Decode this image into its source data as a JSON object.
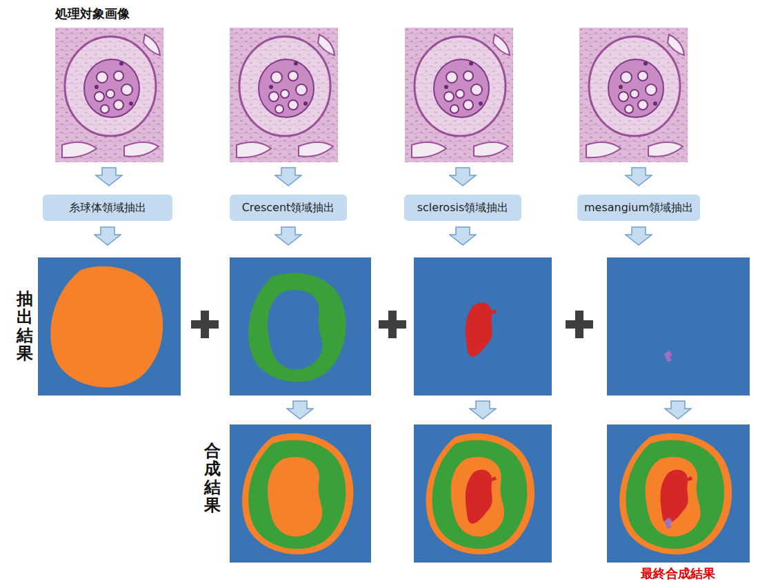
{
  "diagram": {
    "nodes": [
      {
        "text": [
          "糸球体領域抽出"
        ]
      },
      {
        "text": [
          "Crescent領域抽出"
        ]
      },
      {
        "text": [
          "sclerosis領域抽出"
        ]
      },
      {
        "text": [
          "mesangium領域抽出"
        ]
      }
    ],
    "labels": [
      "処理対象画像",
      "抽出結果",
      "合成結果",
      "最終合成結果"
    ]
  }
}
